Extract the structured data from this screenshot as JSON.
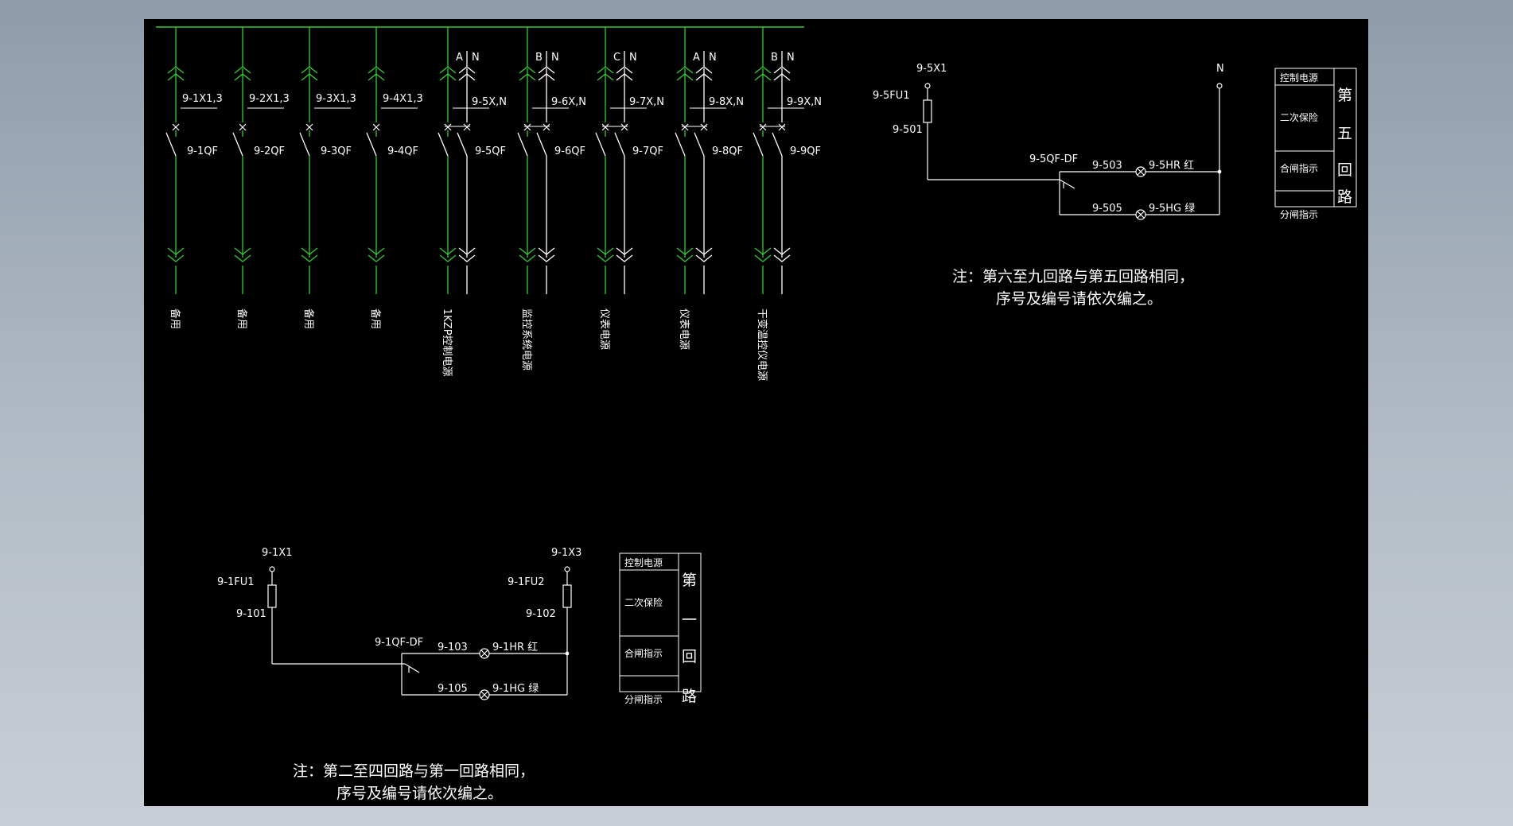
{
  "colors": {
    "background": "#000000",
    "bus": "#33cc33",
    "wire": "#ffffff",
    "frame": "#c9ced6"
  },
  "feeders": [
    {
      "breaker": "9-1QF",
      "terminal": "9-1X1,3",
      "phases": [],
      "load": "备用",
      "poles": 1
    },
    {
      "breaker": "9-2QF",
      "terminal": "9-2X1,3",
      "phases": [],
      "load": "备用",
      "poles": 1
    },
    {
      "breaker": "9-3QF",
      "terminal": "9-3X1,3",
      "phases": [],
      "load": "备用",
      "poles": 1
    },
    {
      "breaker": "9-4QF",
      "terminal": "9-4X1,3",
      "phases": [],
      "load": "备用",
      "poles": 1
    },
    {
      "breaker": "9-5QF",
      "terminal": "9-5X,N",
      "phases": [
        "A",
        "N"
      ],
      "load": "1KZP控制电源",
      "poles": 2
    },
    {
      "breaker": "9-6QF",
      "terminal": "9-6X,N",
      "phases": [
        "B",
        "N"
      ],
      "load": "监控系统电源",
      "poles": 2
    },
    {
      "breaker": "9-7QF",
      "terminal": "9-7X,N",
      "phases": [
        "C",
        "N"
      ],
      "load": "仪表电源",
      "poles": 2
    },
    {
      "breaker": "9-8QF",
      "terminal": "9-8X,N",
      "phases": [
        "A",
        "N"
      ],
      "load": "仪表电源",
      "poles": 2
    },
    {
      "breaker": "9-9QF",
      "terminal": "9-9X,N",
      "phases": [
        "B",
        "N"
      ],
      "load": "干变温控仪电源",
      "poles": 2
    }
  ],
  "circuit1": {
    "x_left": "9-1X1",
    "x_right": "9-1X3",
    "fuse_left": "9-1FU1",
    "fuse_right": "9-1FU2",
    "wire_left": "9-101",
    "wire_right": "9-102",
    "contact": "9-1QF-DF",
    "wire_red": "9-103",
    "lamp_red": "9-1HR 红",
    "wire_green": "9-105",
    "lamp_green": "9-1HG 绿",
    "table": {
      "rows": [
        "控制电源",
        "二次保险",
        "合闸指示",
        "分闸指示"
      ],
      "title": [
        "第",
        "一",
        "回",
        "路"
      ]
    },
    "note_line1": "注：第二至四回路与第一回路相同，",
    "note_line2": "序号及编号请依次编之。"
  },
  "circuit5": {
    "x_left": "9-5X1",
    "x_right": "N",
    "fuse": "9-5FU1",
    "wire_left": "9-501",
    "contact": "9-5QF-DF",
    "wire_red": "9-503",
    "lamp_red": "9-5HR 红",
    "wire_green": "9-505",
    "lamp_green": "9-5HG 绿",
    "table": {
      "rows": [
        "控制电源",
        "二次保险",
        "合闸指示",
        "分闸指示"
      ],
      "title": [
        "第",
        "五",
        "回",
        "路"
      ]
    },
    "note_line1": "注：第六至九回路与第五回路相同，",
    "note_line2": "序号及编号请依次编之。"
  }
}
